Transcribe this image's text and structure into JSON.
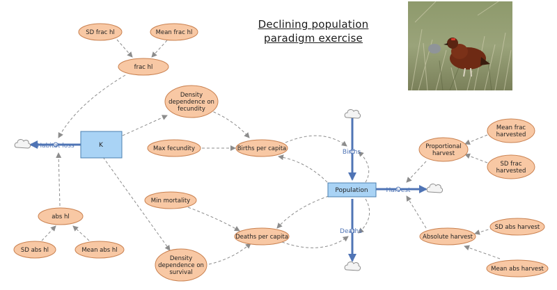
{
  "title": {
    "line1": "Declining population",
    "line2": "paradigm exercise"
  },
  "colors": {
    "aux_fill": "#f8c8a4",
    "aux_stroke": "#c9804f",
    "stock_fill": "#a9d3f5",
    "stock_stroke": "#4a7fb0",
    "flow": "#4f74b5",
    "link": "#8c8c8c",
    "text": "#222222"
  },
  "nodes": {
    "sd_frac_hl": "SD frac hl",
    "mean_frac_hl": "Mean frac hl",
    "frac_hl": "frac hl",
    "dd_fecundity": "Density dependence on fecundity",
    "k": "K",
    "max_fecundity": "Max fecundity",
    "births_per_capita": "Births per capita",
    "min_mortality": "Min mortality",
    "deaths_per_capita": "Deaths per capita",
    "dd_survival": "Density dependence on survival",
    "abs_hl": "abs hl",
    "sd_abs_hl": "SD abs hl",
    "mean_abs_hl": "Mean abs hl",
    "population": "Population",
    "proportional_harvest": "Proportional harvest",
    "mean_frac_harvested": "Mean frac harvested",
    "sd_frac_harvested": "SD frac harvested",
    "absolute_harvest": "Absolute harvest",
    "sd_abs_harvest": "SD abs harvest",
    "mean_abs_harvest": "Mean abs harvest"
  },
  "flows": {
    "habitat_loss": "Habitat loss",
    "births": "Births",
    "deaths": "Deaths",
    "harvest": "Harvest"
  },
  "icons": {
    "cloud": "cloud-icon",
    "photo": "grouse-photo"
  }
}
